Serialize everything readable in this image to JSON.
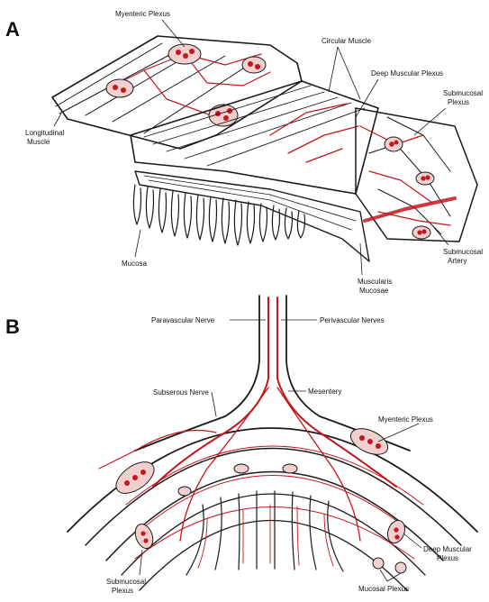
{
  "panel_a": {
    "letter": "A",
    "labels": {
      "myenteric_plexus": "Myenteric Plexus",
      "circular_muscle": "Circular Muscle",
      "deep_muscular_plexus": "Deep Muscular Plexus",
      "submucosal_plexus_1": "Submucosal",
      "submucosal_plexus_2": "Plexus",
      "longitudinal_muscle_1": "Longitudinal",
      "longitudinal_muscle_2": "Muscle",
      "mucosa": "Mucosa",
      "muscularis_mucosae_1": "Muscularis",
      "muscularis_mucosae_2": "Mucosae",
      "submucosal_artery_1": "Submucosal",
      "submucosal_artery_2": "Artery"
    }
  },
  "panel_b": {
    "letter": "B",
    "labels": {
      "paravascular_nerve": "Paravascular Nerve",
      "perivascular_nerves": "Perivascular Nerves",
      "subserous_nerve": "Subserous Nerve",
      "mesentery": "Mesentery",
      "myenteric_plexus": "Myenteric Plexus",
      "deep_muscular_plexus_1": "Deep Muscular",
      "deep_muscular_plexus_2": "Plexus",
      "submucosal_plexus_1": "Submucosal",
      "submucosal_plexus_2": "Plexus",
      "mucosal_plexus": "Mucosal Plexus"
    }
  },
  "colors": {
    "nerve": "#c4161c",
    "outline": "#1a1a1a",
    "ganglion_fill": "#f3d0d0"
  }
}
